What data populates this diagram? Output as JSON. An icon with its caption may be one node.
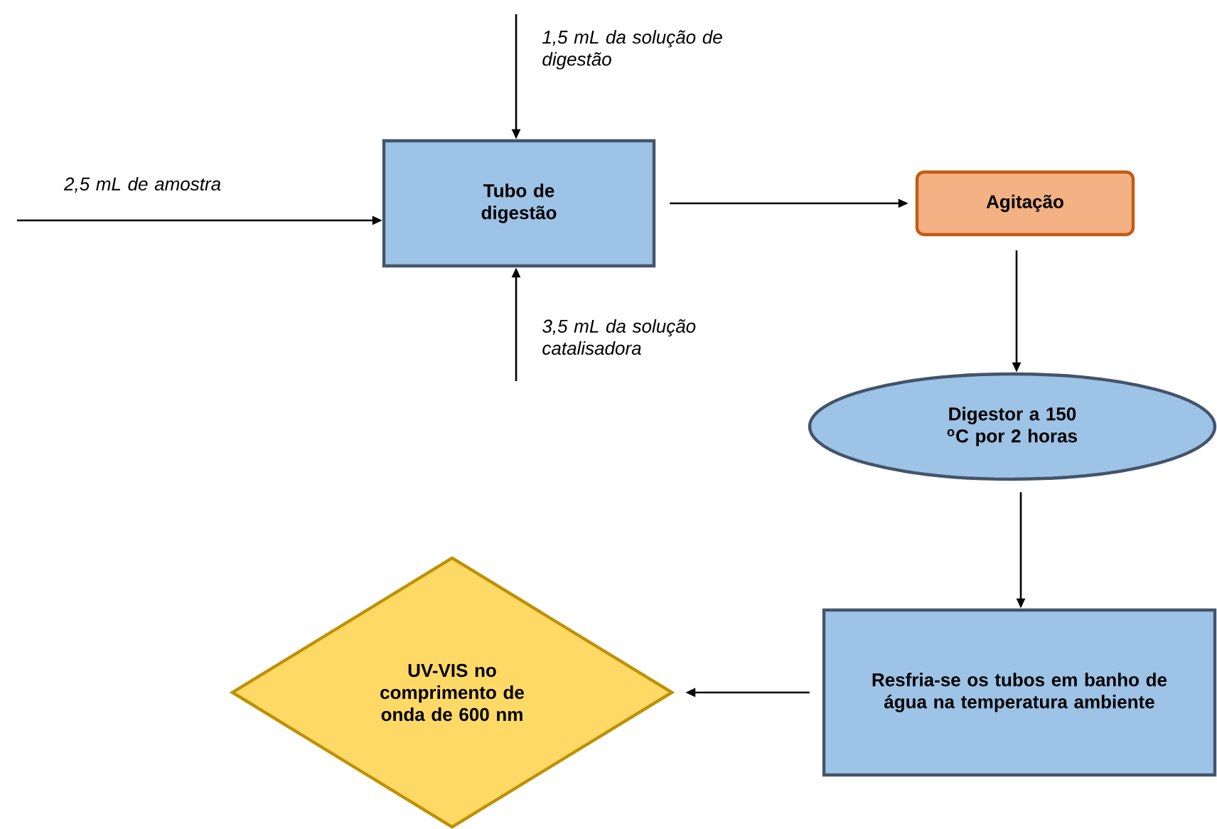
{
  "diagram": {
    "nodes": [
      {
        "text": [
          "Tubo de digestão"
        ]
      },
      {
        "text": [
          "Agitação"
        ]
      },
      {
        "text": [
          "Digestor a 150 $^{o}$C por 2 horas"
        ]
      },
      {
        "text": [
          "Resfria-se os tubos em banho de água na temperatura ambiente"
        ]
      },
      {
        "text": [
          "UV-VIS no comprimento de onda de 600 nm"
        ]
      }
    ],
    "edges": [
      {
        "from": null,
        "to": 0,
        "arrow": "to",
        "label": "2,5 mL de amostra"
      },
      {
        "from": null,
        "to": 0,
        "arrow": "to",
        "label": "1,5 mL da solução de digestão"
      },
      {
        "from": null,
        "to": 0,
        "arrow": "to",
        "label": "3,5 mL da solução catalisadora"
      },
      {
        "from": 0,
        "to": 1,
        "arrow": "to"
      },
      {
        "from": 1,
        "to": 2,
        "arrow": "to"
      },
      {
        "from": 2,
        "to": 3,
        "arrow": "to"
      },
      {
        "from": 3,
        "to": 4,
        "arrow": "to"
      }
    ]
  }
}
